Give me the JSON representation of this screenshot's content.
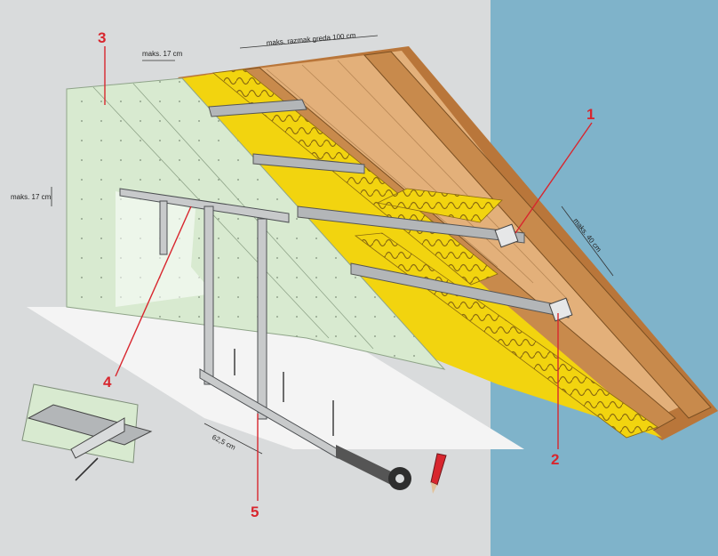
{
  "dimensions": {
    "beam_spacing": "maks. razmak greda 100 cm",
    "vertical_spacing": "maks. 17 cm",
    "wall_spacing": "maks. 17 cm",
    "profile_spacing": "maks. 40 cm",
    "stud_spacing": "62,5 cm"
  },
  "callouts": {
    "c1": "1",
    "c2": "2",
    "c3": "3",
    "c4": "4",
    "c5": "5"
  },
  "colors": {
    "background": "#d9dbdc",
    "sky": "#7fb3ca",
    "board": "#d8ead0",
    "insulation": "#f2d40f",
    "wood": "#c88a4c",
    "steel": "#b3b6b8",
    "callout": "#d8262e"
  }
}
